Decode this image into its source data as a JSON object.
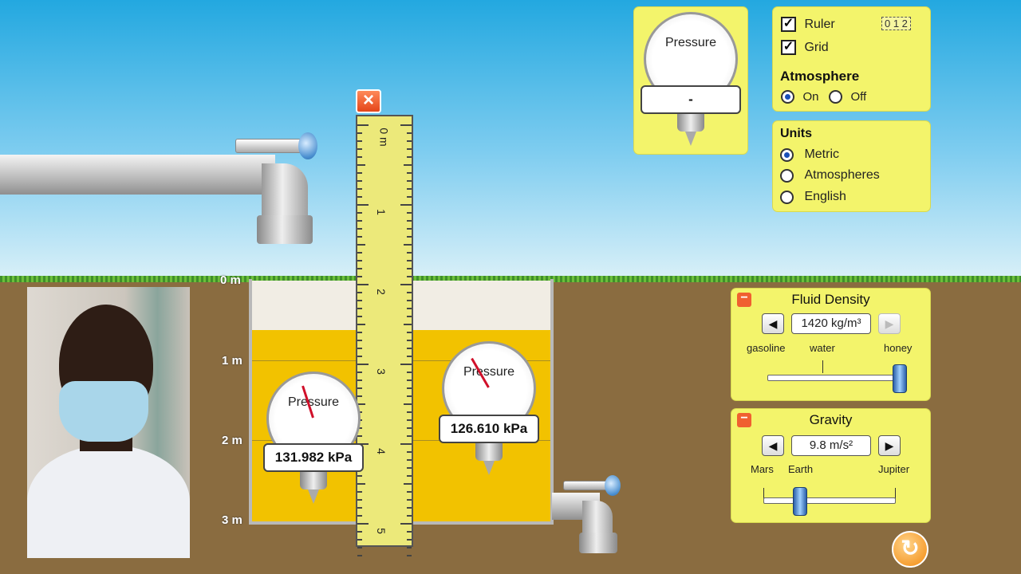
{
  "ruler_labels": [
    "0 m",
    "1",
    "2",
    "3",
    "4",
    "5"
  ],
  "depth_labels": [
    "0 m",
    "1 m",
    "2 m",
    "3 m"
  ],
  "gauges": {
    "left": {
      "title": "Pressure",
      "value": "131.982 kPa"
    },
    "right": {
      "title": "Pressure",
      "value": "126.610 kPa"
    },
    "toolbox": {
      "title": "Pressure",
      "value": "-"
    }
  },
  "options": {
    "ruler_label": "Ruler",
    "ruler_checked": true,
    "grid_label": "Grid",
    "grid_checked": true,
    "ruler_icon_text": "0 1 2",
    "atmosphere_heading": "Atmosphere",
    "atmosphere_on": "On",
    "atmosphere_off": "Off",
    "atmosphere_selected": "On"
  },
  "units": {
    "heading": "Units",
    "options": [
      "Metric",
      "Atmospheres",
      "English"
    ],
    "selected": "Metric"
  },
  "fluid_density": {
    "title": "Fluid Density",
    "value": "1420 kg/m³",
    "labels": [
      "gasoline",
      "water",
      "honey"
    ],
    "slider_fraction": 1.0
  },
  "gravity": {
    "title": "Gravity",
    "value": "9.8 m/s²",
    "labels": [
      "Mars",
      "Earth",
      "Jupiter"
    ],
    "slider_fraction": 0.28
  },
  "colors": {
    "panel": "#f3f46b",
    "fluid": "#f2c200",
    "needle": "#d0102a"
  }
}
